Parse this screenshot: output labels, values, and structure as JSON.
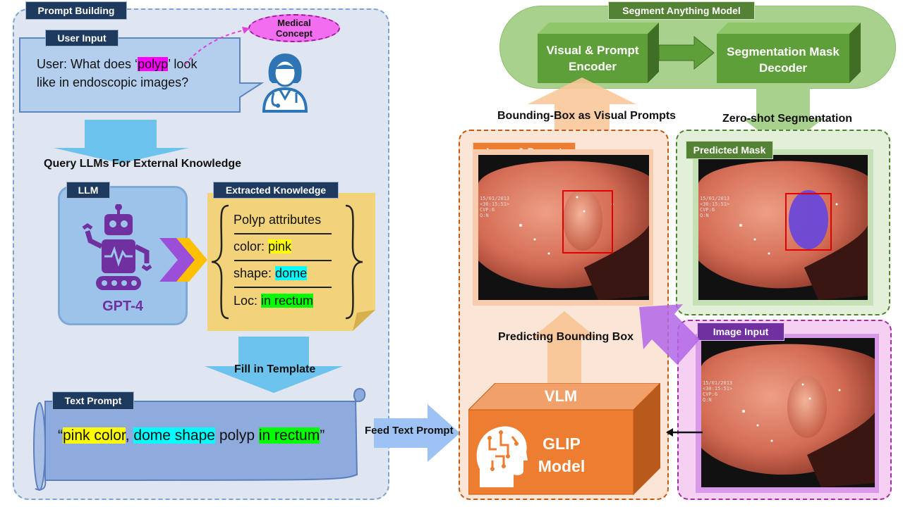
{
  "tags": {
    "prompt_building": "Prompt Building",
    "user_input": "User Input",
    "llm": "LLM",
    "extracted_knowledge": "Extracted Knowledge",
    "text_prompt": "Text Prompt",
    "segment_anything": "Segment Anything Model",
    "image_prompt": "Image & Prompt",
    "predicted_mask": "Predicted Mask",
    "image_input": "Image Input"
  },
  "medical_concept": "Medical Concept",
  "user_query": {
    "prefix": "User: What does ‘",
    "highlight": "polyp",
    "suffix": "’ look",
    "line2": "like in endoscopic images?"
  },
  "labels": {
    "query_llms": "Query LLMs For External Knowledge",
    "fill_template": "Fill in Template",
    "feed_text_prompt": "Feed Text Prompt",
    "bbox_visual_prompts": "Bounding-Box as Visual Prompts",
    "zero_shot": "Zero-shot Segmentation",
    "predicting_bbox": "Predicting Bounding Box"
  },
  "llm_name": "GPT-4",
  "knowledge": {
    "title": "Polyp attributes",
    "rows": [
      {
        "key": "color: ",
        "value": "pink",
        "color": "#ffff00"
      },
      {
        "key": "shape: ",
        "value": "dome",
        "color": "#00ffff"
      },
      {
        "key": "Loc: ",
        "value": "in rectum",
        "color": "#00ff00"
      }
    ]
  },
  "text_prompt": {
    "open_quote": "“",
    "part1": "pink color",
    "sep1": ", ",
    "part2": "dome shape",
    "mid": " polyp ",
    "part3": "in rectum",
    "close_quote": "”"
  },
  "sam": {
    "encoder_line1": "Visual & Prompt",
    "encoder_line2": "Encoder",
    "decoder_line1": "Segmentation Mask",
    "decoder_line2": "Decoder"
  },
  "vlm": {
    "title": "VLM",
    "model_line1": "GLIP",
    "model_line2": "Model"
  },
  "endoscopy_overlay": [
    "15/01/2013",
    "<30:15:51>",
    "CVP:6",
    "Q:N"
  ],
  "colors": {
    "prompt_panel": "#dfe6f1",
    "sam_green": "#70ad47",
    "vlm_orange": "#ed7d31",
    "mask_purple": "#7030a0",
    "arrow_blue": "#5bc0ee"
  }
}
